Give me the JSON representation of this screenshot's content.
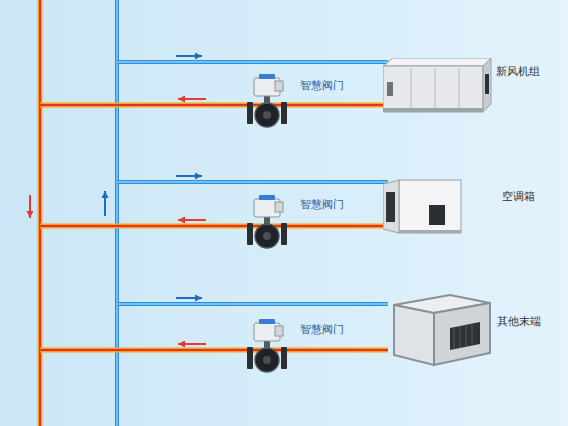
{
  "diagram": {
    "nodes": [
      {
        "text": [
          "新风机组"
        ]
      },
      {
        "text": [
          "空调箱"
        ]
      },
      {
        "text": [
          "其他末端"
        ]
      }
    ],
    "labels": [
      "智慧阀门",
      "智慧阀门",
      "智慧阀门"
    ]
  }
}
